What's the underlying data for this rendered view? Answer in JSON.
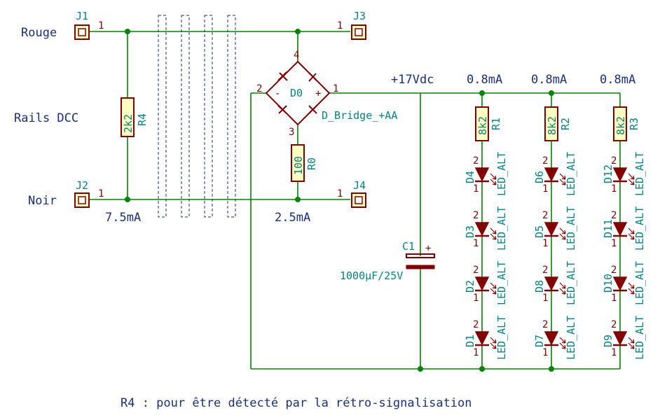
{
  "net_labels": {
    "rouge": "Rouge",
    "noir": "Noir",
    "rails_dcc": "Rails DCC",
    "vdc": "+17Vdc"
  },
  "currents": {
    "i_r4": "7.5mA",
    "i_r0": "2.5mA",
    "i_r1": "0.8mA",
    "i_r2": "0.8mA",
    "i_r3": "0.8mA"
  },
  "connectors": {
    "j1": {
      "ref": "J1",
      "pin": "1"
    },
    "j2": {
      "ref": "J2",
      "pin": "1"
    },
    "j3": {
      "ref": "J3",
      "pin": "1"
    },
    "j4": {
      "ref": "J4",
      "pin": "1"
    }
  },
  "bridge": {
    "ref": "D0",
    "value": "D_Bridge_+AA",
    "pin1": "1",
    "pin2": "2",
    "pin3": "3",
    "pin4": "4",
    "plus": "+",
    "minus": "-"
  },
  "resistors": {
    "r0": {
      "ref": "R0",
      "value": "100"
    },
    "r1": {
      "ref": "R1",
      "value": "8k2"
    },
    "r2": {
      "ref": "R2",
      "value": "8k2"
    },
    "r3": {
      "ref": "R3",
      "value": "8k2"
    },
    "r4": {
      "ref": "R4",
      "value": "2k2"
    }
  },
  "capacitor": {
    "ref": "C1",
    "value": "1000µF/25V",
    "plus": "+"
  },
  "led_value": "LED_ALT",
  "led_pin_top": "2",
  "led_pin_bottom": "1",
  "led_columns": [
    {
      "refs": [
        "D4",
        "D3",
        "D2",
        "D1"
      ]
    },
    {
      "refs": [
        "D6",
        "D5",
        "D8",
        "D7"
      ]
    },
    {
      "refs": [
        "D12",
        "D11",
        "D10",
        "D9"
      ]
    }
  ],
  "note": "R4 : pour être détecté par la rétro-signalisation"
}
